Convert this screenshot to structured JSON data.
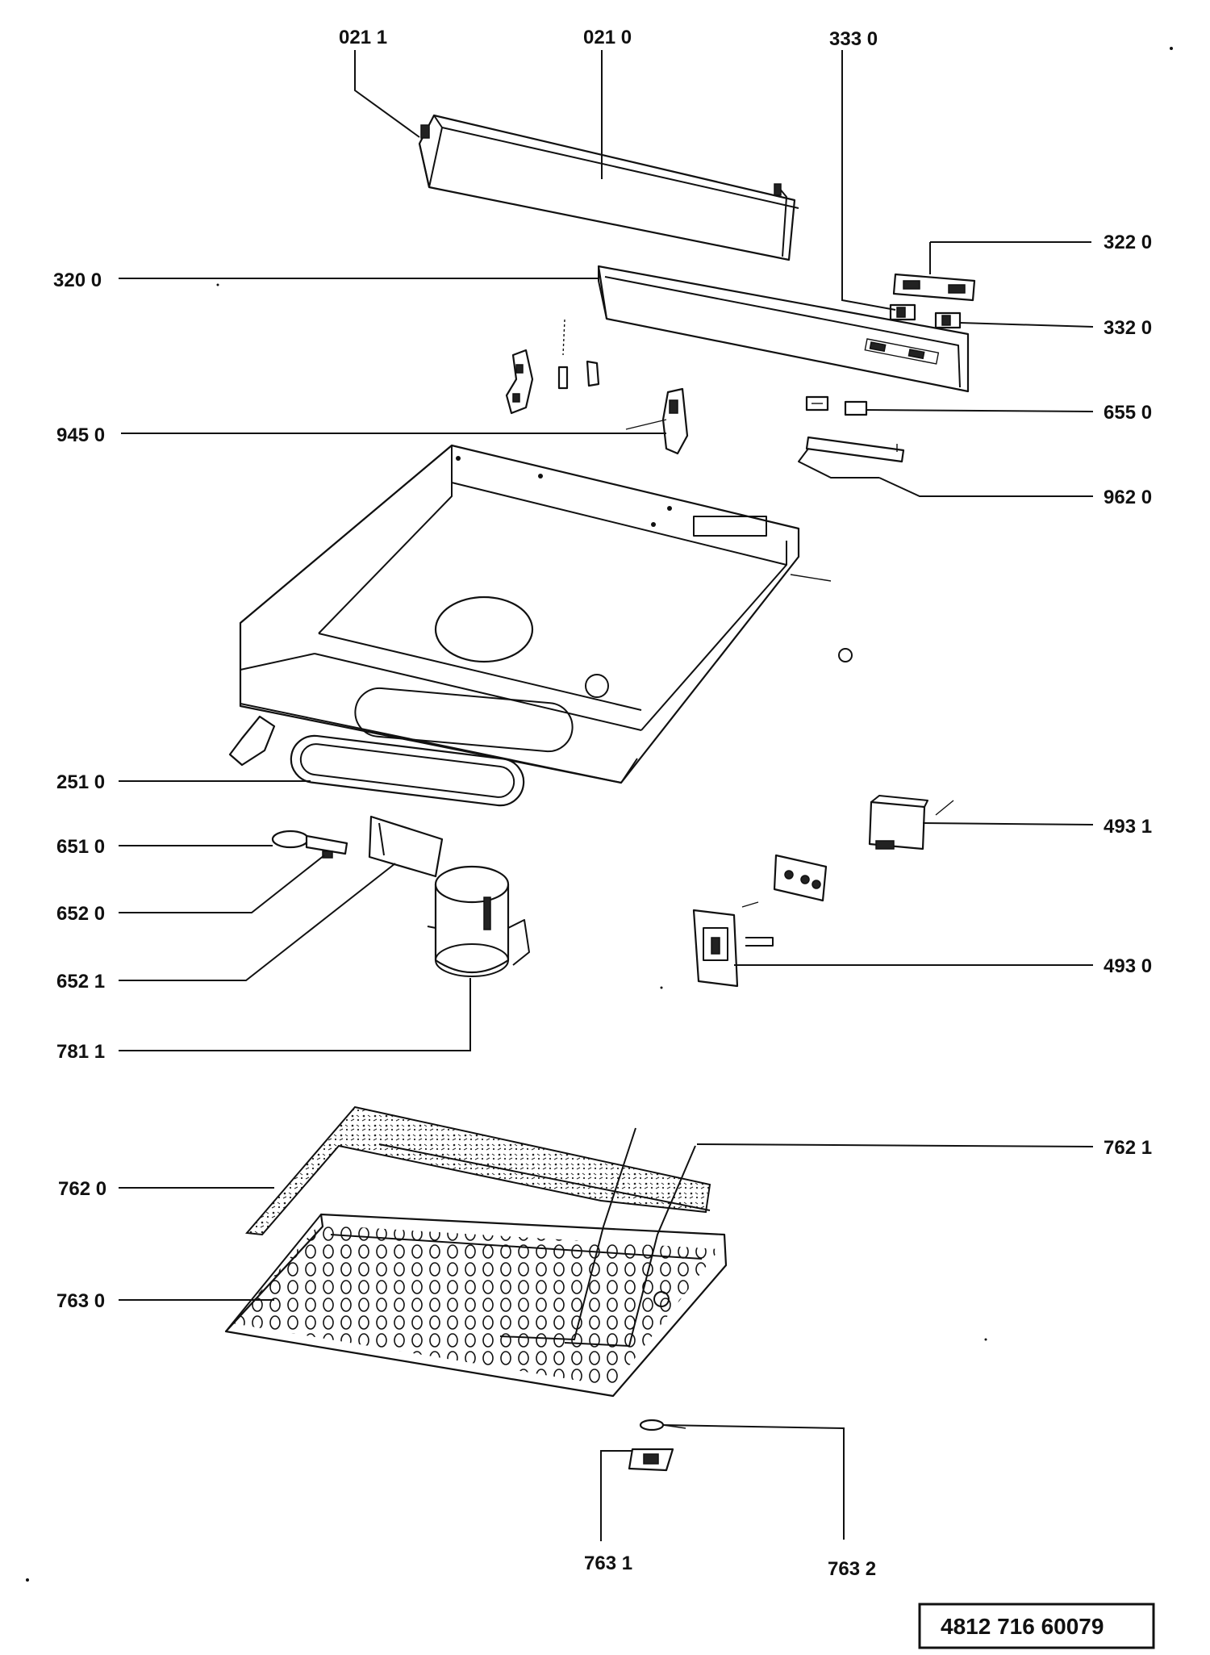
{
  "labels": {
    "l0211": "021 1",
    "l0210": "021 0",
    "l3330": "333 0",
    "l3220": "322 0",
    "l3200": "320 0",
    "l3320": "332 0",
    "l6550": "655 0",
    "l9450": "945 0",
    "l9620": "962 0",
    "l2510": "251 0",
    "l4931": "493 1",
    "l6510": "651 0",
    "l6520": "652 0",
    "l4930": "493 0",
    "l6521": "652 1",
    "l7811": "781 1",
    "l7621": "762 1",
    "l7620": "762 0",
    "l7630": "763 0",
    "l7631": "763 1",
    "l7632": "763 2"
  },
  "doc_number": "4812 716 60079"
}
